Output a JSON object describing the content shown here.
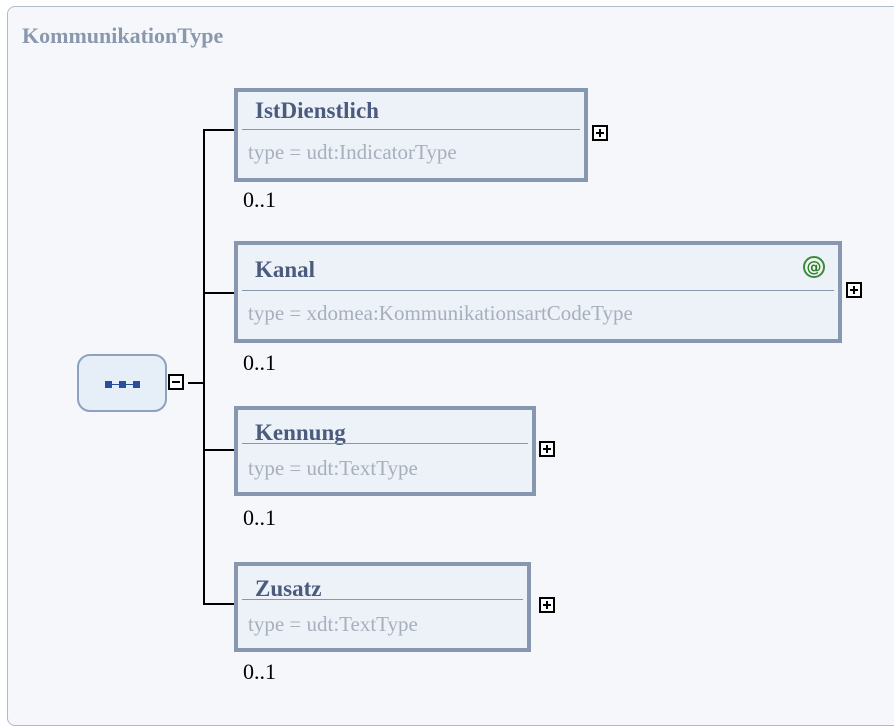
{
  "complex_type": {
    "name": "KommunikationType"
  },
  "sequence": {
    "compositor": "sequence",
    "collapse_toggle": "−"
  },
  "elements": [
    {
      "name": "IstDienstlich",
      "type_line": "type  =  udt:IndicatorType",
      "occurs": "0..1",
      "has_attributes": false,
      "expand_toggle": "+"
    },
    {
      "name": "Kanal",
      "type_line": "type  =  xdomea:KommunikationsartCodeType",
      "occurs": "0..1",
      "has_attributes": true,
      "attribute_icon_label": "@",
      "expand_toggle": "+"
    },
    {
      "name": "Kennung",
      "type_line": "type  =  udt:TextType",
      "occurs": "0..1",
      "has_attributes": false,
      "expand_toggle": "+"
    },
    {
      "name": "Zusatz",
      "type_line": "type  =  udt:TextType",
      "occurs": "0..1",
      "has_attributes": false,
      "expand_toggle": "+"
    }
  ]
}
